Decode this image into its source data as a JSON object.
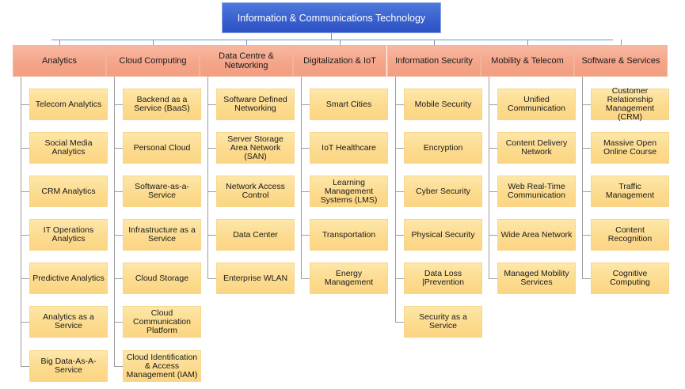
{
  "root": {
    "label": "Information & Communications Technology"
  },
  "colors": {
    "root": "#3a61cf",
    "category": "#f4a489",
    "child": "#fcdb8f",
    "bus_connector": "#6f97c4",
    "child_connector": "#9c9c9c"
  },
  "categories": [
    {
      "label": "Analytics",
      "children": [
        "Telecom Analytics",
        "Social Media Analytics",
        "CRM Analytics",
        "IT Operations Analytics",
        "Predictive Analytics",
        "Analytics as a Service",
        "Big Data-As-A-Service"
      ]
    },
    {
      "label": "Cloud Computing",
      "children": [
        "Backend as a Service (BaaS)",
        "Personal Cloud",
        "Software-as-a-Service",
        "Infrastructure as a Service",
        "Cloud Storage",
        "Cloud Communication Platform",
        "Cloud Identification & Access Management (IAM)"
      ]
    },
    {
      "label": "Data Centre & Networking",
      "children": [
        "Software Defined Networking",
        "Server Storage Area Network (SAN)",
        "Network Access Control",
        "Data Center",
        "Enterprise WLAN"
      ]
    },
    {
      "label": "Digitalization & IoT",
      "children": [
        "Smart Cities",
        "IoT Healthcare",
        "Learning Management Systems (LMS)",
        "Transportation",
        "Energy Management"
      ]
    },
    {
      "label": "Information Security",
      "children": [
        "Mobile Security",
        "Encryption",
        "Cyber Security",
        "Physical Security",
        "Data Loss |Prevention",
        "Security as a Service"
      ]
    },
    {
      "label": "Mobility & Telecom",
      "children": [
        "Unified Communication",
        "Content Delivery Network",
        "Web Real-Time Communication",
        "Wide Area Network",
        "Managed Mobility Services"
      ]
    },
    {
      "label": "Software & Services",
      "children": [
        "Customer Relationship Management (CRM)",
        "Massive Open Online Course",
        "Traffic Management",
        "Content Recognition",
        "Cognitive Computing"
      ]
    }
  ]
}
